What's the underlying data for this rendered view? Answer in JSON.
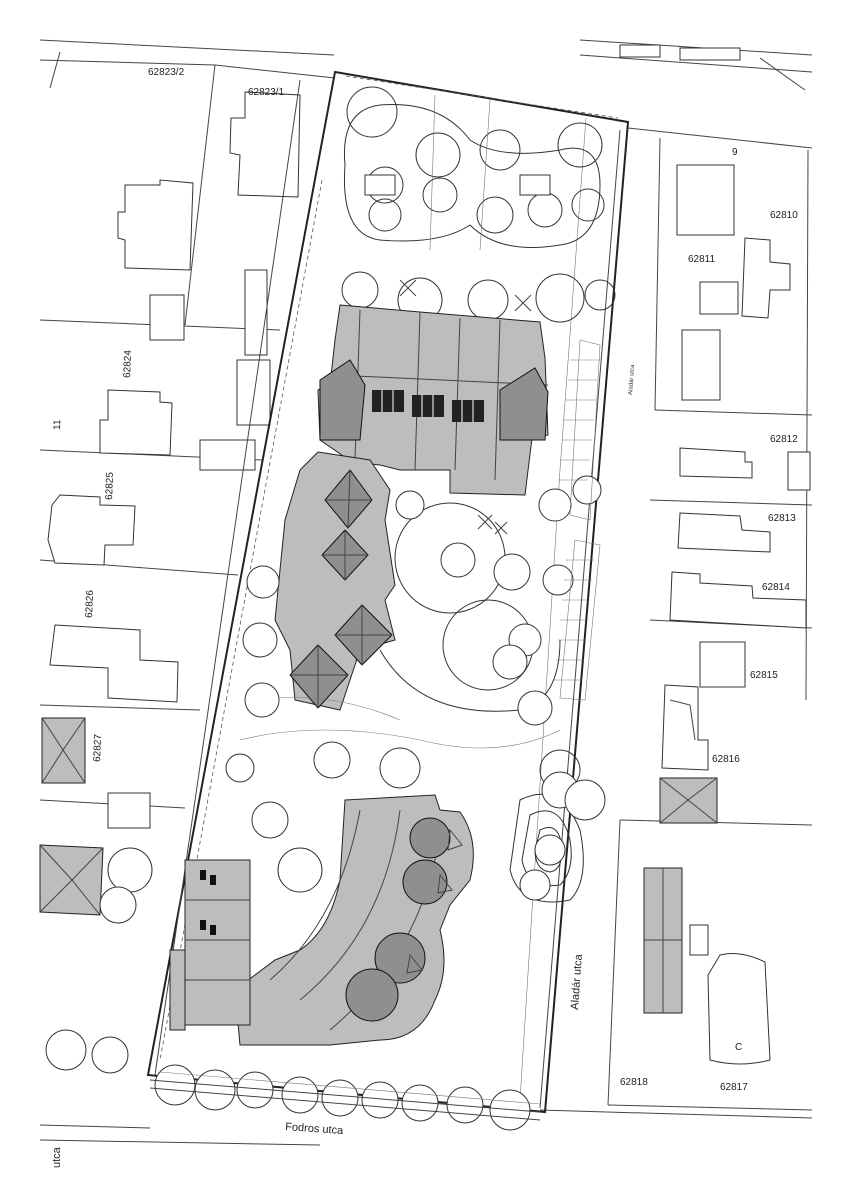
{
  "lots": {
    "l62823_2": "62823/2",
    "l62823_1": "62823/1",
    "l62824": "62824",
    "l62825": "62825",
    "l62826": "62826",
    "l62827": "62827",
    "l62810": "62810",
    "l62811": "62811",
    "l62812": "62812",
    "l62813": "62813",
    "l62814": "62814",
    "l62815": "62815",
    "l62816": "62816",
    "l62817": "62817",
    "l62818": "62818"
  },
  "house_numbers": {
    "h9": "9",
    "h11": "11",
    "hC": "C"
  },
  "streets": {
    "bottom": "Fodros utca",
    "right_lower": "Aladár utca",
    "right_upper": "Aladár utca",
    "left_corner": "utca"
  },
  "colors": {
    "line": "#333333",
    "building_fill": "#bdbdbd",
    "roof_dark": "#8f8f8f",
    "paper": "#ffffff"
  },
  "icons": {
    "tree": "tree-icon",
    "palm": "palm-icon",
    "pyramid_roof": "pyramid-roof-icon"
  }
}
